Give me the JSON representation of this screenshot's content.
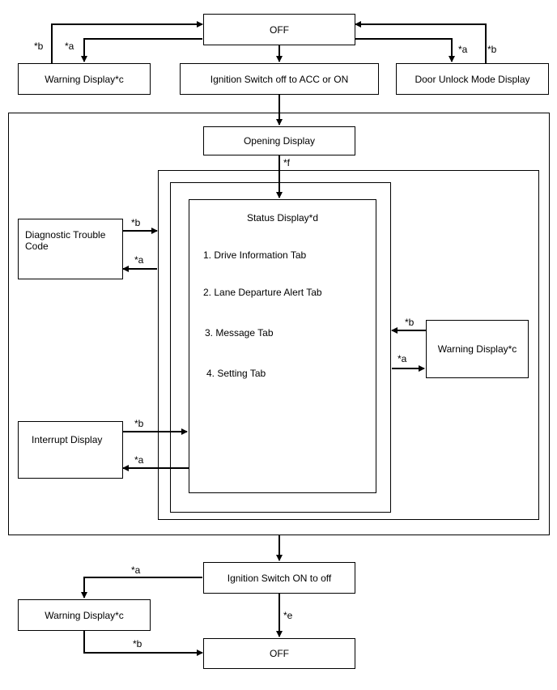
{
  "nodes": {
    "off_top": "OFF",
    "warning_top_left": "Warning Display*c",
    "ignition_off_to_acc": "Ignition Switch off to ACC or ON",
    "door_unlock": "Door Unlock Mode Display",
    "opening_display": "Opening Display",
    "diagnostic_code": "Diagnostic Trouble Code",
    "status_display": "Status Display*d",
    "tabs": [
      "1. Drive Information Tab",
      "2. Lane Departure Alert Tab",
      "3. Message Tab",
      "4. Setting Tab"
    ],
    "warning_right": "Warning Display*c",
    "interrupt_display": "Interrupt Display",
    "ignition_on_to_off": "Ignition Switch ON to off",
    "warning_bottom_left": "Warning Display*c",
    "off_bottom": "OFF"
  },
  "edge_labels": {
    "a": "*a",
    "b": "*b",
    "e": "*e",
    "f": "*f"
  }
}
